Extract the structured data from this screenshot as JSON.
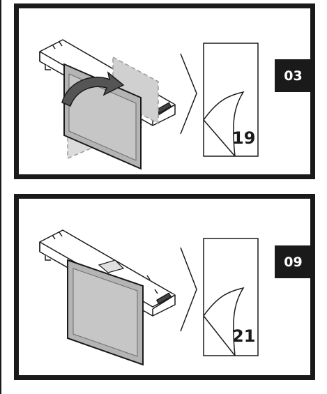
{
  "steps": [
    {
      "badge": "03",
      "page_ref": "19",
      "illustration": "filter-flip-up"
    },
    {
      "badge": "09",
      "page_ref": "21",
      "illustration": "filter-hanging"
    }
  ],
  "colors": {
    "ink": "#1a1a1a",
    "filter_fill": "#b8b8b8",
    "filter_ghost": "#d6d6d6"
  },
  "icons": {
    "chevron": "chevron-right-icon",
    "page": "page-curl-icon",
    "arrow": "curved-arrow-icon"
  }
}
